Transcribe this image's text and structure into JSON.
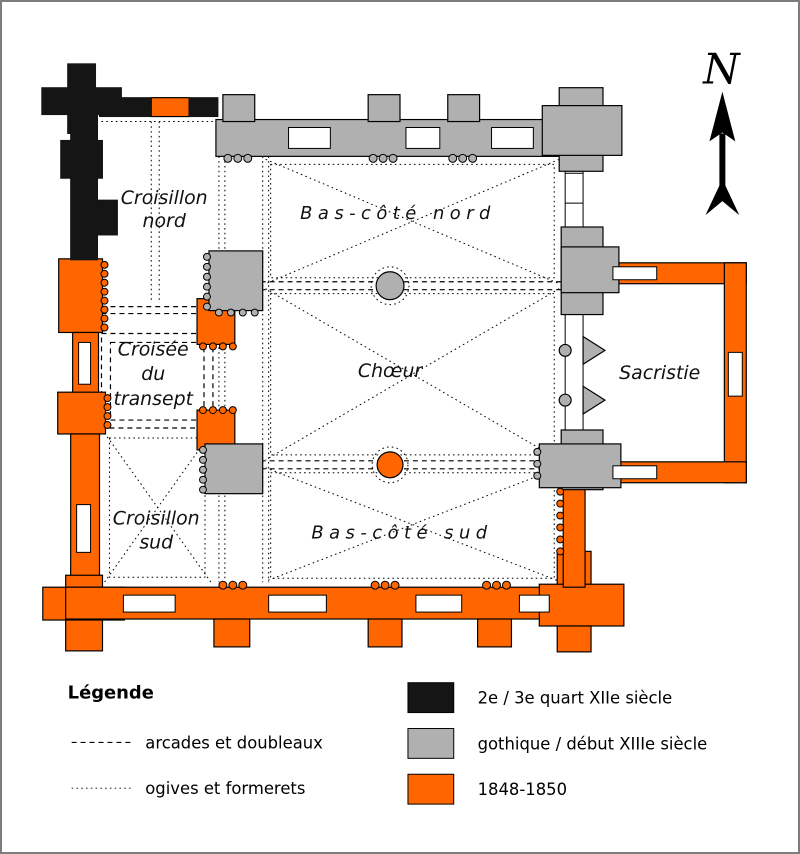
{
  "colors": {
    "orange": "#FF6600",
    "gray": "#B0B0B0",
    "black": "#151515"
  },
  "north": {
    "label": "N"
  },
  "plan": {
    "labels": {
      "croisillon_nord": [
        "Croisillon",
        "nord"
      ],
      "bas_cote_nord": "Bas-côté nord",
      "croisee_transept": [
        "Croisée",
        "du",
        "transept"
      ],
      "choeur": "Chœur",
      "sacristie": "Sacristie",
      "croisillon_sud": [
        "Croisillon",
        "sud"
      ],
      "bas_cote_sud": "Bas-côté sud"
    }
  },
  "legend": {
    "title": "Légende",
    "line_styles": [
      {
        "style": "dashed",
        "label": "arcades et doubleaux"
      },
      {
        "style": "dotted",
        "label": "ogives et formerets"
      }
    ],
    "periods": [
      {
        "color": "#151515",
        "label": "2e / 3e quart XIIe siècle"
      },
      {
        "color": "#B0B0B0",
        "label": "gothique / début XIIIe siècle"
      },
      {
        "color": "#FF6600",
        "label": "1848-1850"
      }
    ]
  }
}
